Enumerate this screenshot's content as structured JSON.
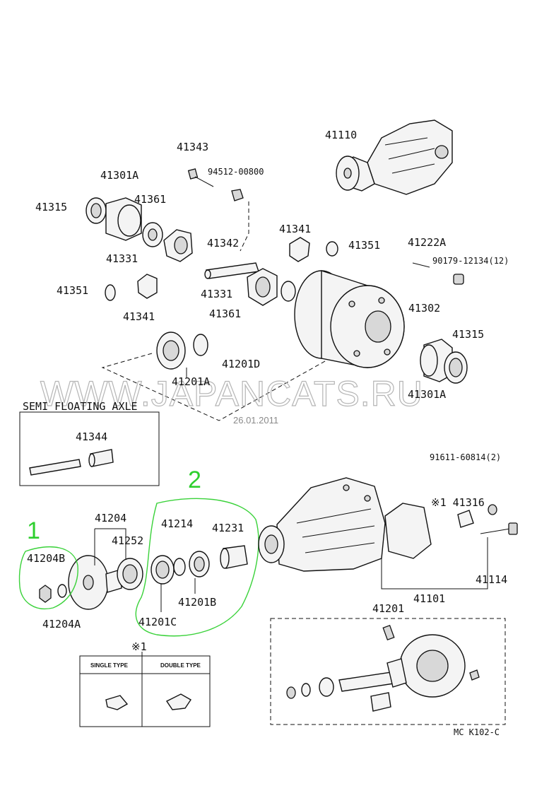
{
  "watermark": "WWW.JAPANCATS.RU",
  "date": "26.01.2011",
  "inset_title": "SEMI FLOATING AXLE",
  "hand_marks": [
    "1",
    "2"
  ],
  "type_table": {
    "note_mark": "※1",
    "single": "SINGLE TYPE",
    "double": "DOUBLE TYPE"
  },
  "figure_code": "MC K102-C",
  "labels": {
    "l41110": "41110",
    "l41343": "41343",
    "l94512": "94512-00800",
    "l41301a_top": "41301A",
    "l41361_top": "41361",
    "l41315_left": "41315",
    "l41331_top": "41331",
    "l41341_top": "41341",
    "l41342": "41342",
    "l41351_right": "41351",
    "l41222a": "41222A",
    "l90179": "90179-12134(12)",
    "l41351_left": "41351",
    "l41341_left": "41341",
    "l41331_mid": "41331",
    "l41361_mid": "41361",
    "l41302": "41302",
    "l41315_right": "41315",
    "l41201d": "41201D",
    "l41201a": "41201A",
    "l41301a_bottom": "41301A",
    "l41344": "41344",
    "l91611": "91611-60814(2)",
    "l41316": "※1 41316",
    "l41204": "41204",
    "l41214": "41214",
    "l41231": "41231",
    "l41252": "41252",
    "l41204b": "41204B",
    "l41204a": "41204A",
    "l41201c": "41201C",
    "l41201b": "41201B",
    "l41101": "41101",
    "l41114": "41114",
    "l41201": "41201"
  }
}
